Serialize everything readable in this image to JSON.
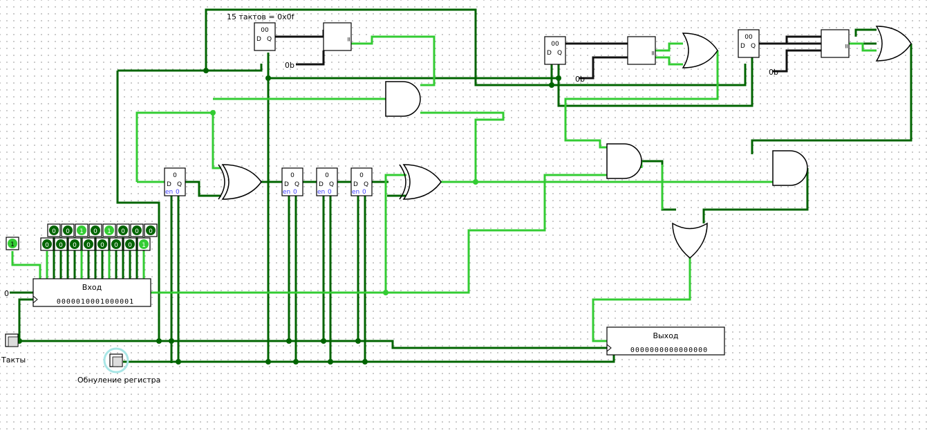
{
  "labels": {
    "counter_caption": "15 тактов = 0x0f",
    "clock": "Такты",
    "reset": "Обнуление регистра",
    "input_register": "Вход",
    "output_register": "Выход",
    "const_a": "0b",
    "const_b": "0b",
    "const_c": "0b",
    "zero_input": "0"
  },
  "input_register_value": "0000010001000001",
  "output_register_value": "0000000000000000",
  "top_pins": [
    "0",
    "0",
    "1",
    "0",
    "1",
    "0",
    "0",
    "0"
  ],
  "bottom_pins": [
    "0",
    "0",
    "0",
    "0",
    "0",
    "0",
    "0",
    "1"
  ],
  "single_pin": "1",
  "counter_value": "00",
  "counter2_value": "00",
  "counter3_value": "00",
  "dff_value": "0",
  "en_label": "en",
  "en_value": "0",
  "d_label": "D",
  "q_label": "Q",
  "cmp_label": "=",
  "colors": {
    "wire_dark": "#006400",
    "wire_light": "#33cc33",
    "pin_on": "#33cc33",
    "pin_off": "#006400"
  }
}
